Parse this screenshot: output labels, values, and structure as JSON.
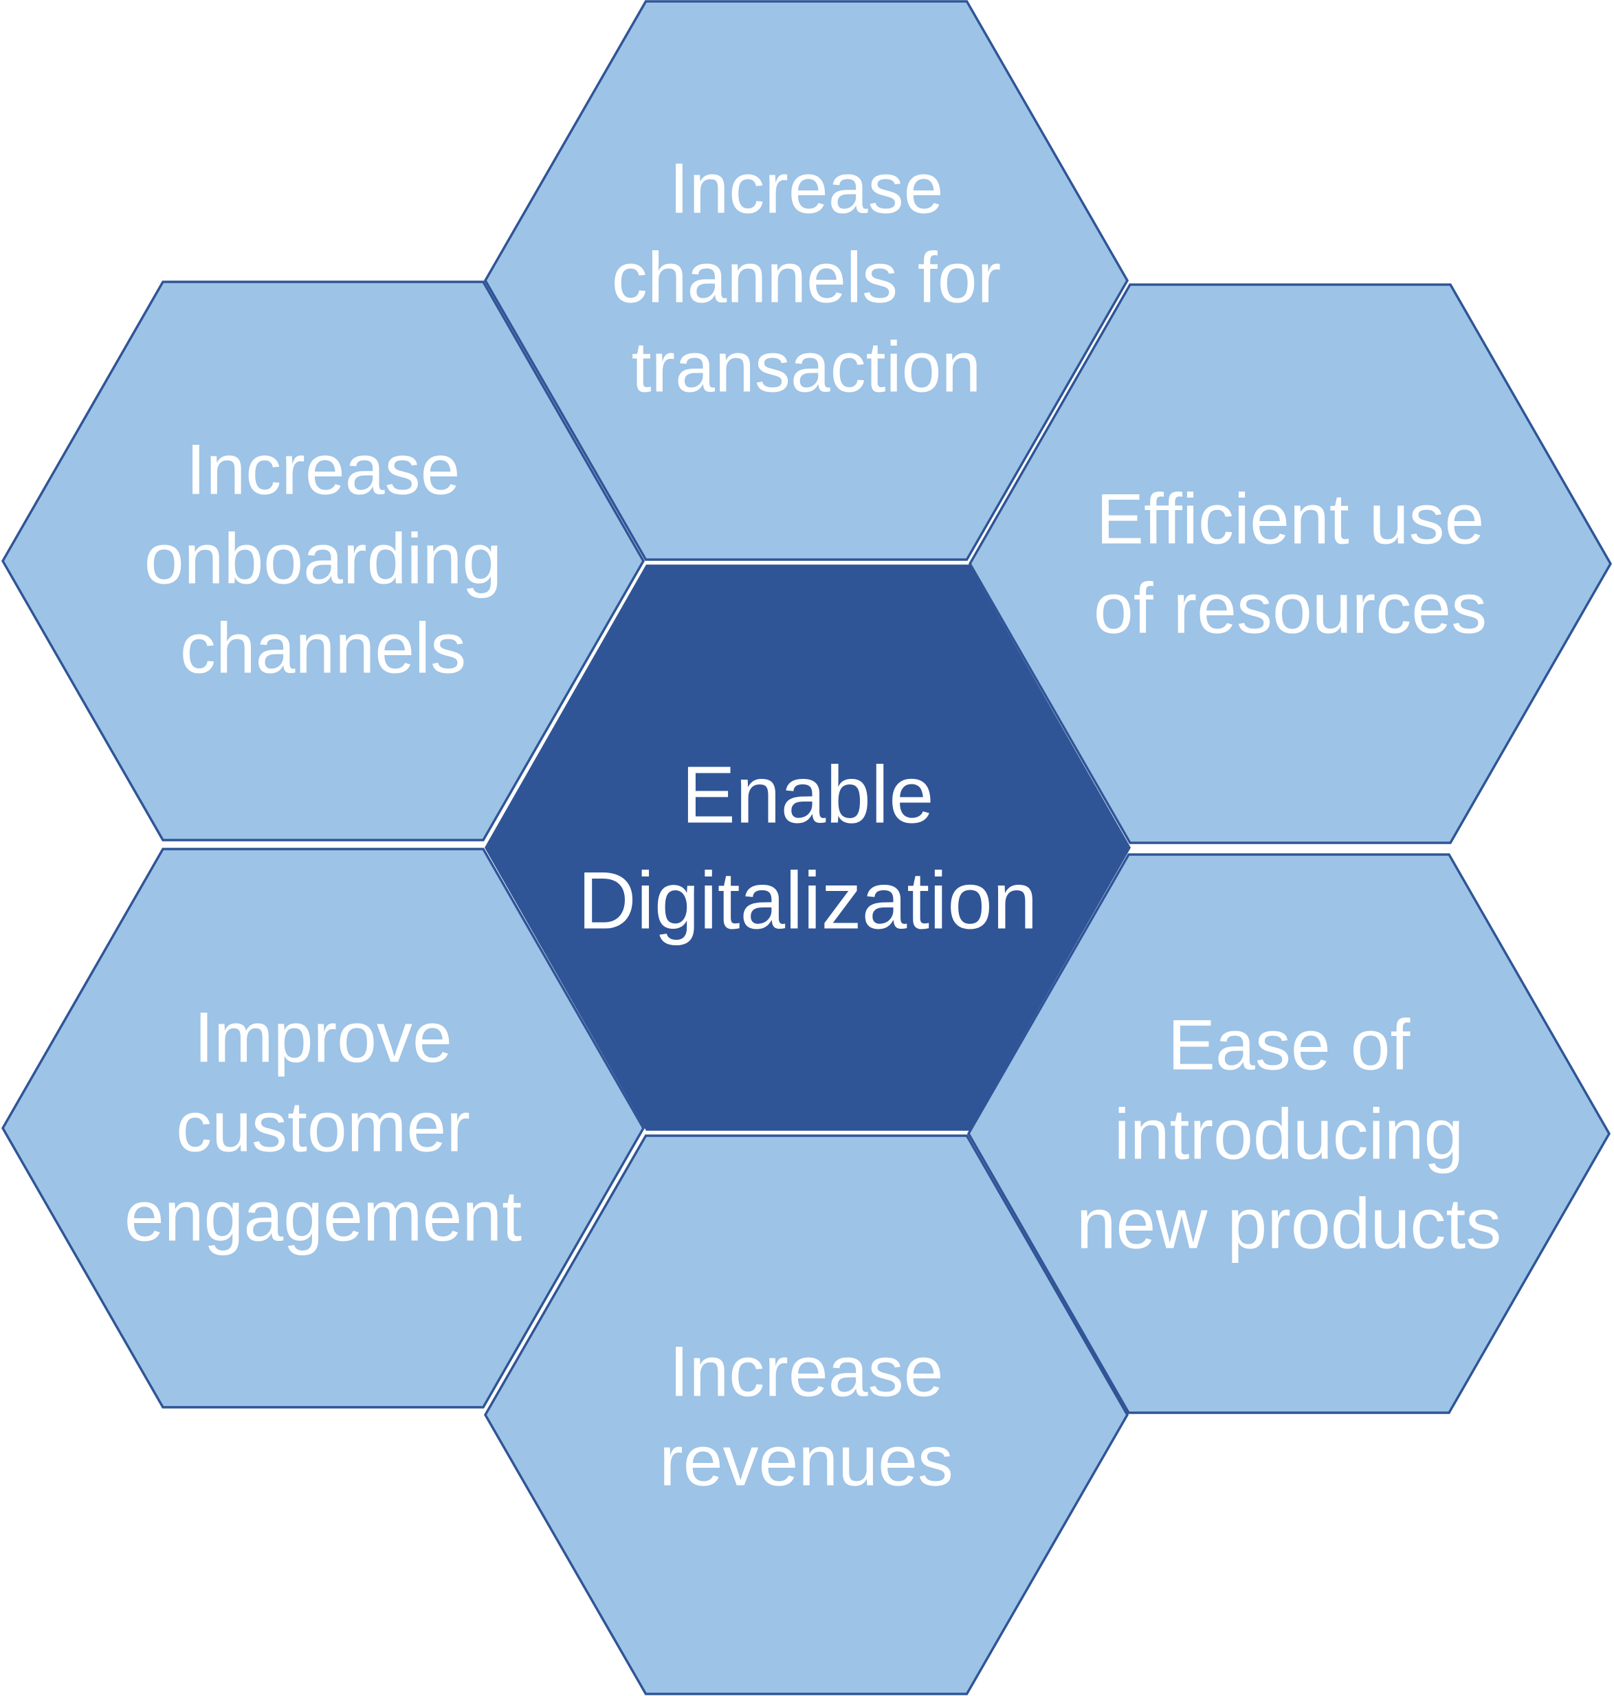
{
  "colors": {
    "outer_fill": "#9dc3e6",
    "center_fill": "#2f5597",
    "border": "#2f5597",
    "text": "#ffffff"
  },
  "center": {
    "lines": [
      "Enable",
      "Digitalization"
    ]
  },
  "outer": [
    {
      "id": "top",
      "lines": [
        "Increase",
        "channels for",
        "transaction"
      ]
    },
    {
      "id": "upper-left",
      "lines": [
        "Increase",
        "onboarding",
        "channels"
      ]
    },
    {
      "id": "upper-right",
      "lines": [
        "Efficient use",
        "of resources"
      ]
    },
    {
      "id": "lower-left",
      "lines": [
        "Improve",
        "customer",
        "engagement"
      ]
    },
    {
      "id": "lower-right",
      "lines": [
        "Ease of",
        "introducing",
        "new products"
      ]
    },
    {
      "id": "bottom",
      "lines": [
        "Increase",
        "revenues"
      ]
    }
  ]
}
